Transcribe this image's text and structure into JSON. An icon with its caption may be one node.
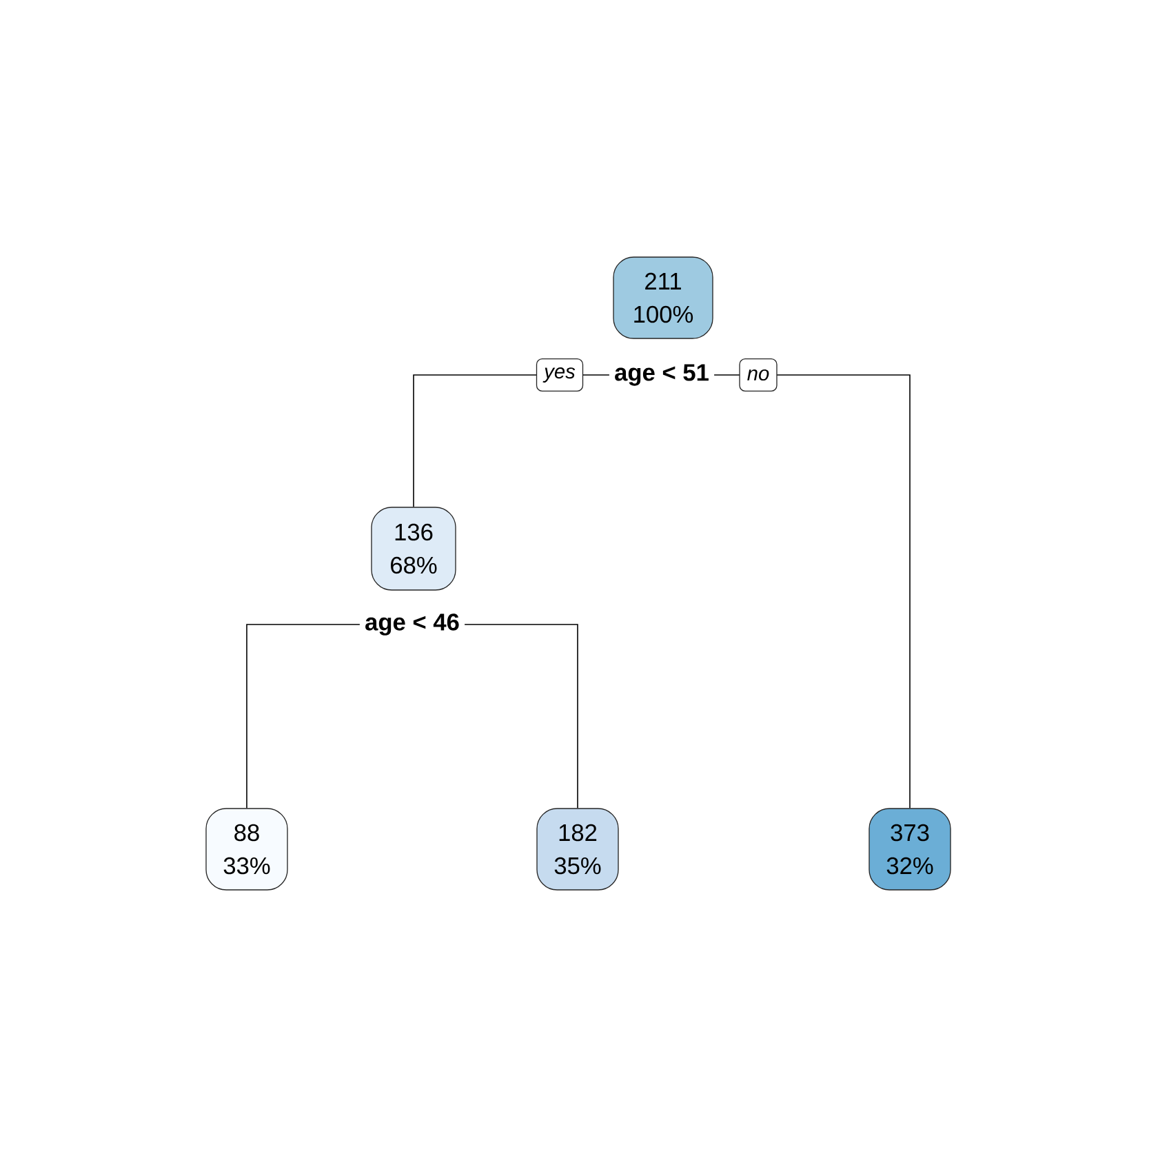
{
  "diagram": {
    "nodes": [
      {
        "text": [
          "211",
          "100%"
        ]
      },
      {
        "text": [
          "age < 51"
        ]
      },
      {
        "text": [
          "136",
          "68%"
        ]
      },
      {
        "text": [
          "age < 46"
        ]
      },
      {
        "text": [
          "88",
          "33%"
        ]
      },
      {
        "text": [
          "182",
          "35%"
        ]
      },
      {
        "text": [
          "373",
          "32%"
        ]
      }
    ],
    "edges": [
      {
        "from": 1,
        "to": 2,
        "arrow": "none",
        "label": "yes"
      },
      {
        "from": 1,
        "to": 6,
        "arrow": "none",
        "label": "no"
      },
      {
        "from": 3,
        "to": 4,
        "arrow": "none"
      },
      {
        "from": 3,
        "to": 5,
        "arrow": "none"
      }
    ]
  }
}
